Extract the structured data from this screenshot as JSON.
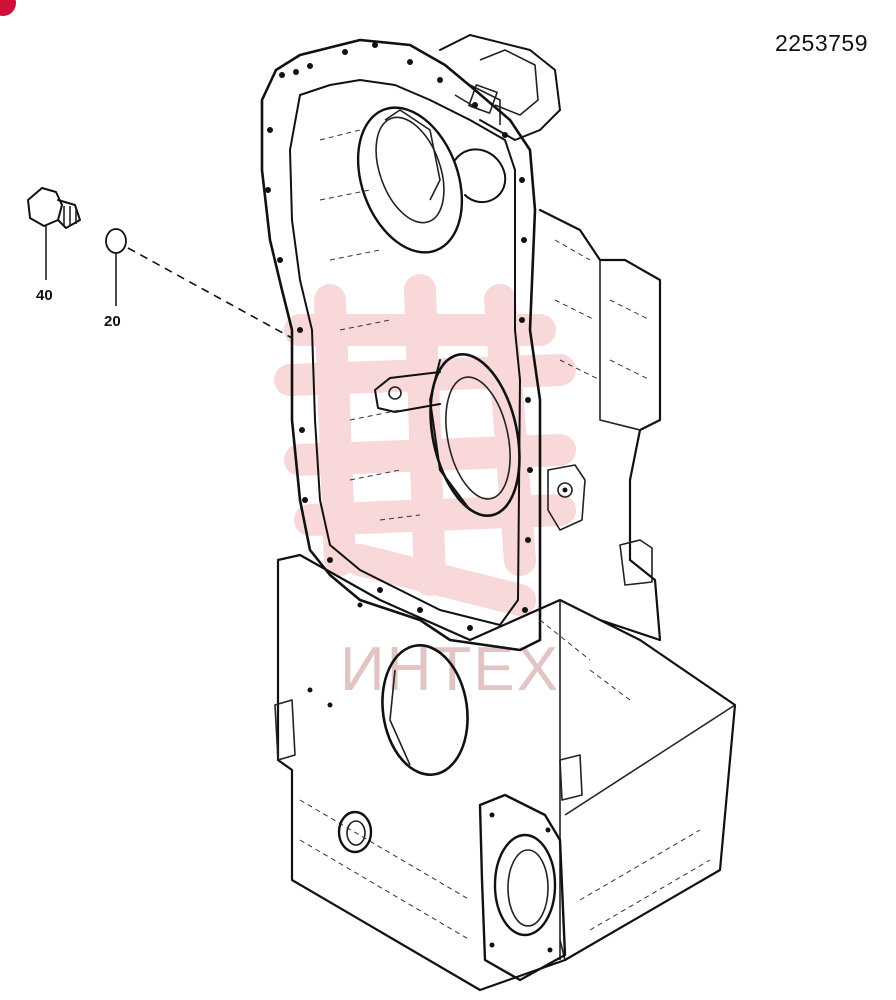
{
  "document_number": "2253759",
  "callouts": [
    {
      "id": "40",
      "label": "40"
    },
    {
      "id": "20",
      "label": "20"
    }
  ],
  "watermark": {
    "text": "ИНТЕХ",
    "color": "#e8b4b4"
  },
  "colors": {
    "ink": "#111111",
    "badge": "#d0103a",
    "watermark_glyph": "#f2c5c5"
  }
}
